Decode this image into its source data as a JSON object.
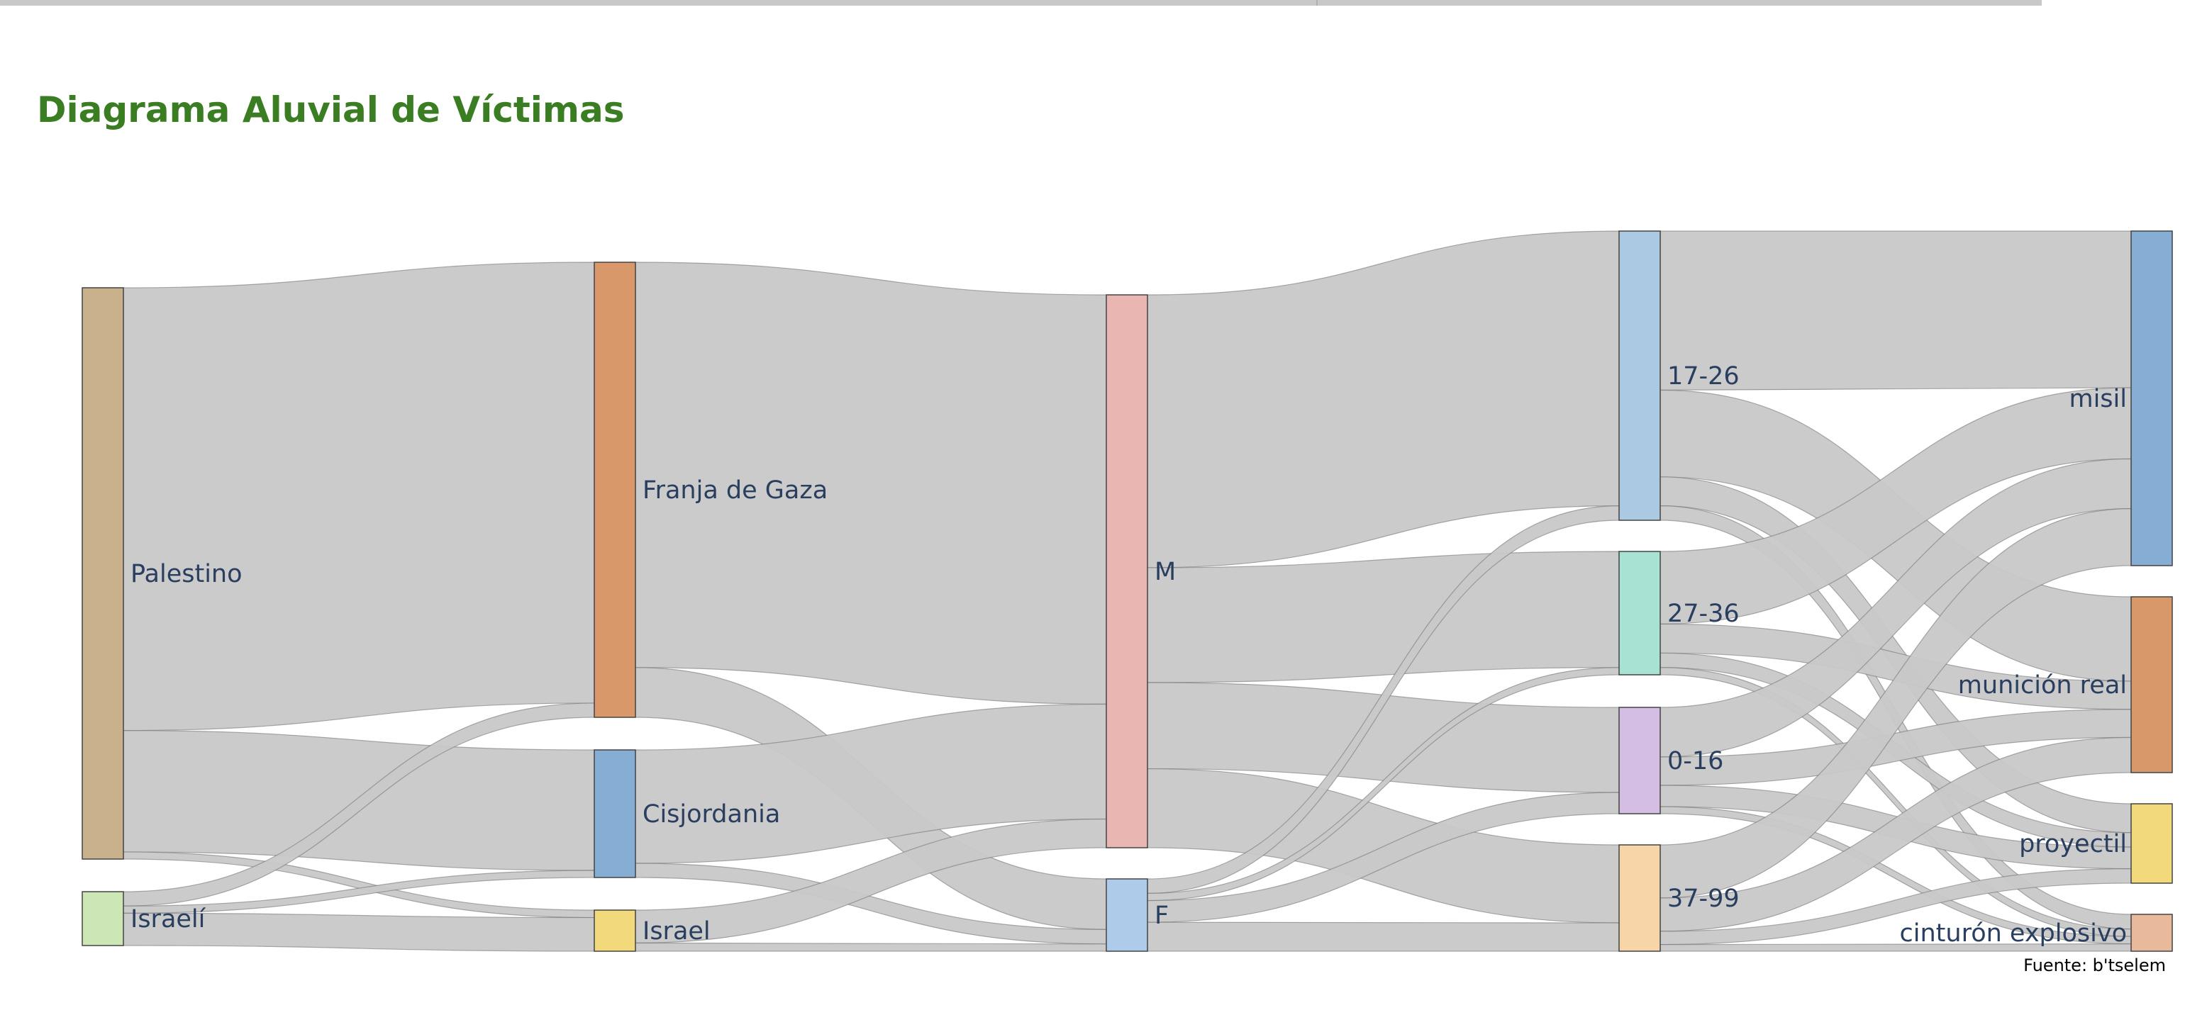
{
  "title": "Diagrama Aluvial de Víctimas",
  "source": "Fuente: b'tselem",
  "progress": 0.925,
  "chart_data": {
    "type": "sankey",
    "title": "Diagrama Aluvial de Víctimas",
    "link_color": "#c8c8c8",
    "columns": [
      [
        "Palestino",
        "Israelí"
      ],
      [
        "Franja de Gaza",
        "Cisjordania",
        "Israel"
      ],
      [
        "M",
        "F"
      ],
      [
        "17-26",
        "27-36",
        "0-16",
        "37-99"
      ],
      [
        "misil",
        "munición real",
        "proyectil",
        "cinturón explosivo"
      ]
    ],
    "nodes": [
      {
        "name": "Palestino",
        "color": "#c9b18b",
        "value": 80
      },
      {
        "name": "Israelí",
        "color": "#cde6b5",
        "value": 7.5
      },
      {
        "name": "Franja de Gaza",
        "color": "#d9986a",
        "value": 64
      },
      {
        "name": "Cisjordania",
        "color": "#86aed4",
        "value": 18
      },
      {
        "name": "Israel",
        "color": "#f2da7c",
        "value": 6
      },
      {
        "name": "M",
        "color": "#e9b6b2",
        "value": 77
      },
      {
        "name": "F",
        "color": "#aecbea",
        "value": 10
      },
      {
        "name": "17-26",
        "color": "#abc9e3",
        "value": 40
      },
      {
        "name": "27-36",
        "color": "#a7e2d2",
        "value": 17
      },
      {
        "name": "0-16",
        "color": "#d4bee4",
        "value": 15
      },
      {
        "name": "37-99",
        "color": "#f7d5a8",
        "value": 15
      },
      {
        "name": "misil",
        "color": "#86aed4",
        "value": 47
      },
      {
        "name": "munición real",
        "color": "#d9986a",
        "value": 25
      },
      {
        "name": "proyectil",
        "color": "#f2da7c",
        "value": 11
      },
      {
        "name": "cinturón explosivo",
        "color": "#e8b99b",
        "value": 5
      }
    ],
    "links": [
      {
        "source": "Palestino",
        "target": "Franja de Gaza",
        "value": 62
      },
      {
        "source": "Palestino",
        "target": "Cisjordania",
        "value": 17
      },
      {
        "source": "Palestino",
        "target": "Israel",
        "value": 1
      },
      {
        "source": "Israelí",
        "target": "Franja de Gaza",
        "value": 2
      },
      {
        "source": "Israelí",
        "target": "Cisjordania",
        "value": 1
      },
      {
        "source": "Israelí",
        "target": "Israel",
        "value": 4.5
      },
      {
        "source": "Franja de Gaza",
        "target": "M",
        "value": 57
      },
      {
        "source": "Franja de Gaza",
        "target": "F",
        "value": 7
      },
      {
        "source": "Cisjordania",
        "target": "M",
        "value": 16
      },
      {
        "source": "Cisjordania",
        "target": "F",
        "value": 2
      },
      {
        "source": "Israel",
        "target": "M",
        "value": 4
      },
      {
        "source": "Israel",
        "target": "F",
        "value": 1
      },
      {
        "source": "M",
        "target": "17-26",
        "value": 38
      },
      {
        "source": "M",
        "target": "27-36",
        "value": 16
      },
      {
        "source": "M",
        "target": "0-16",
        "value": 12
      },
      {
        "source": "M",
        "target": "37-99",
        "value": 11
      },
      {
        "source": "F",
        "target": "17-26",
        "value": 2
      },
      {
        "source": "F",
        "target": "27-36",
        "value": 1
      },
      {
        "source": "F",
        "target": "0-16",
        "value": 3
      },
      {
        "source": "F",
        "target": "37-99",
        "value": 4
      },
      {
        "source": "17-26",
        "target": "misil",
        "value": 22
      },
      {
        "source": "17-26",
        "target": "munición real",
        "value": 12
      },
      {
        "source": "17-26",
        "target": "proyectil",
        "value": 4
      },
      {
        "source": "17-26",
        "target": "cinturón explosivo",
        "value": 2
      },
      {
        "source": "27-36",
        "target": "misil",
        "value": 10
      },
      {
        "source": "27-36",
        "target": "munición real",
        "value": 4
      },
      {
        "source": "27-36",
        "target": "proyectil",
        "value": 2
      },
      {
        "source": "27-36",
        "target": "cinturón explosivo",
        "value": 1
      },
      {
        "source": "0-16",
        "target": "misil",
        "value": 7
      },
      {
        "source": "0-16",
        "target": "munición real",
        "value": 4
      },
      {
        "source": "0-16",
        "target": "proyectil",
        "value": 3
      },
      {
        "source": "0-16",
        "target": "cinturón explosivo",
        "value": 1
      },
      {
        "source": "37-99",
        "target": "misil",
        "value": 8
      },
      {
        "source": "37-99",
        "target": "munición real",
        "value": 5
      },
      {
        "source": "37-99",
        "target": "proyectil",
        "value": 2
      },
      {
        "source": "37-99",
        "target": "cinturón explosivo",
        "value": 1
      }
    ]
  }
}
